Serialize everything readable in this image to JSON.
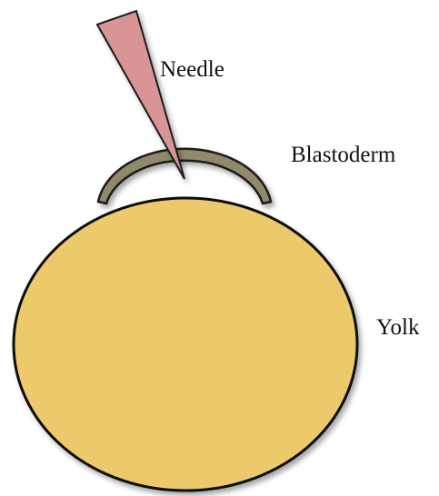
{
  "labels": {
    "needle": "Needle",
    "blastoderm": "Blastoderm",
    "yolk": "Yolk"
  },
  "colors": {
    "background": "#ffffff",
    "needle_fill": "#d99595",
    "needle_stroke": "#1c1c1c",
    "blastoderm_fill": "#8e8a6a",
    "blastoderm_stroke": "#1a1a1a",
    "yolk_fill": "#ecc96b",
    "yolk_stroke": "#111111"
  }
}
